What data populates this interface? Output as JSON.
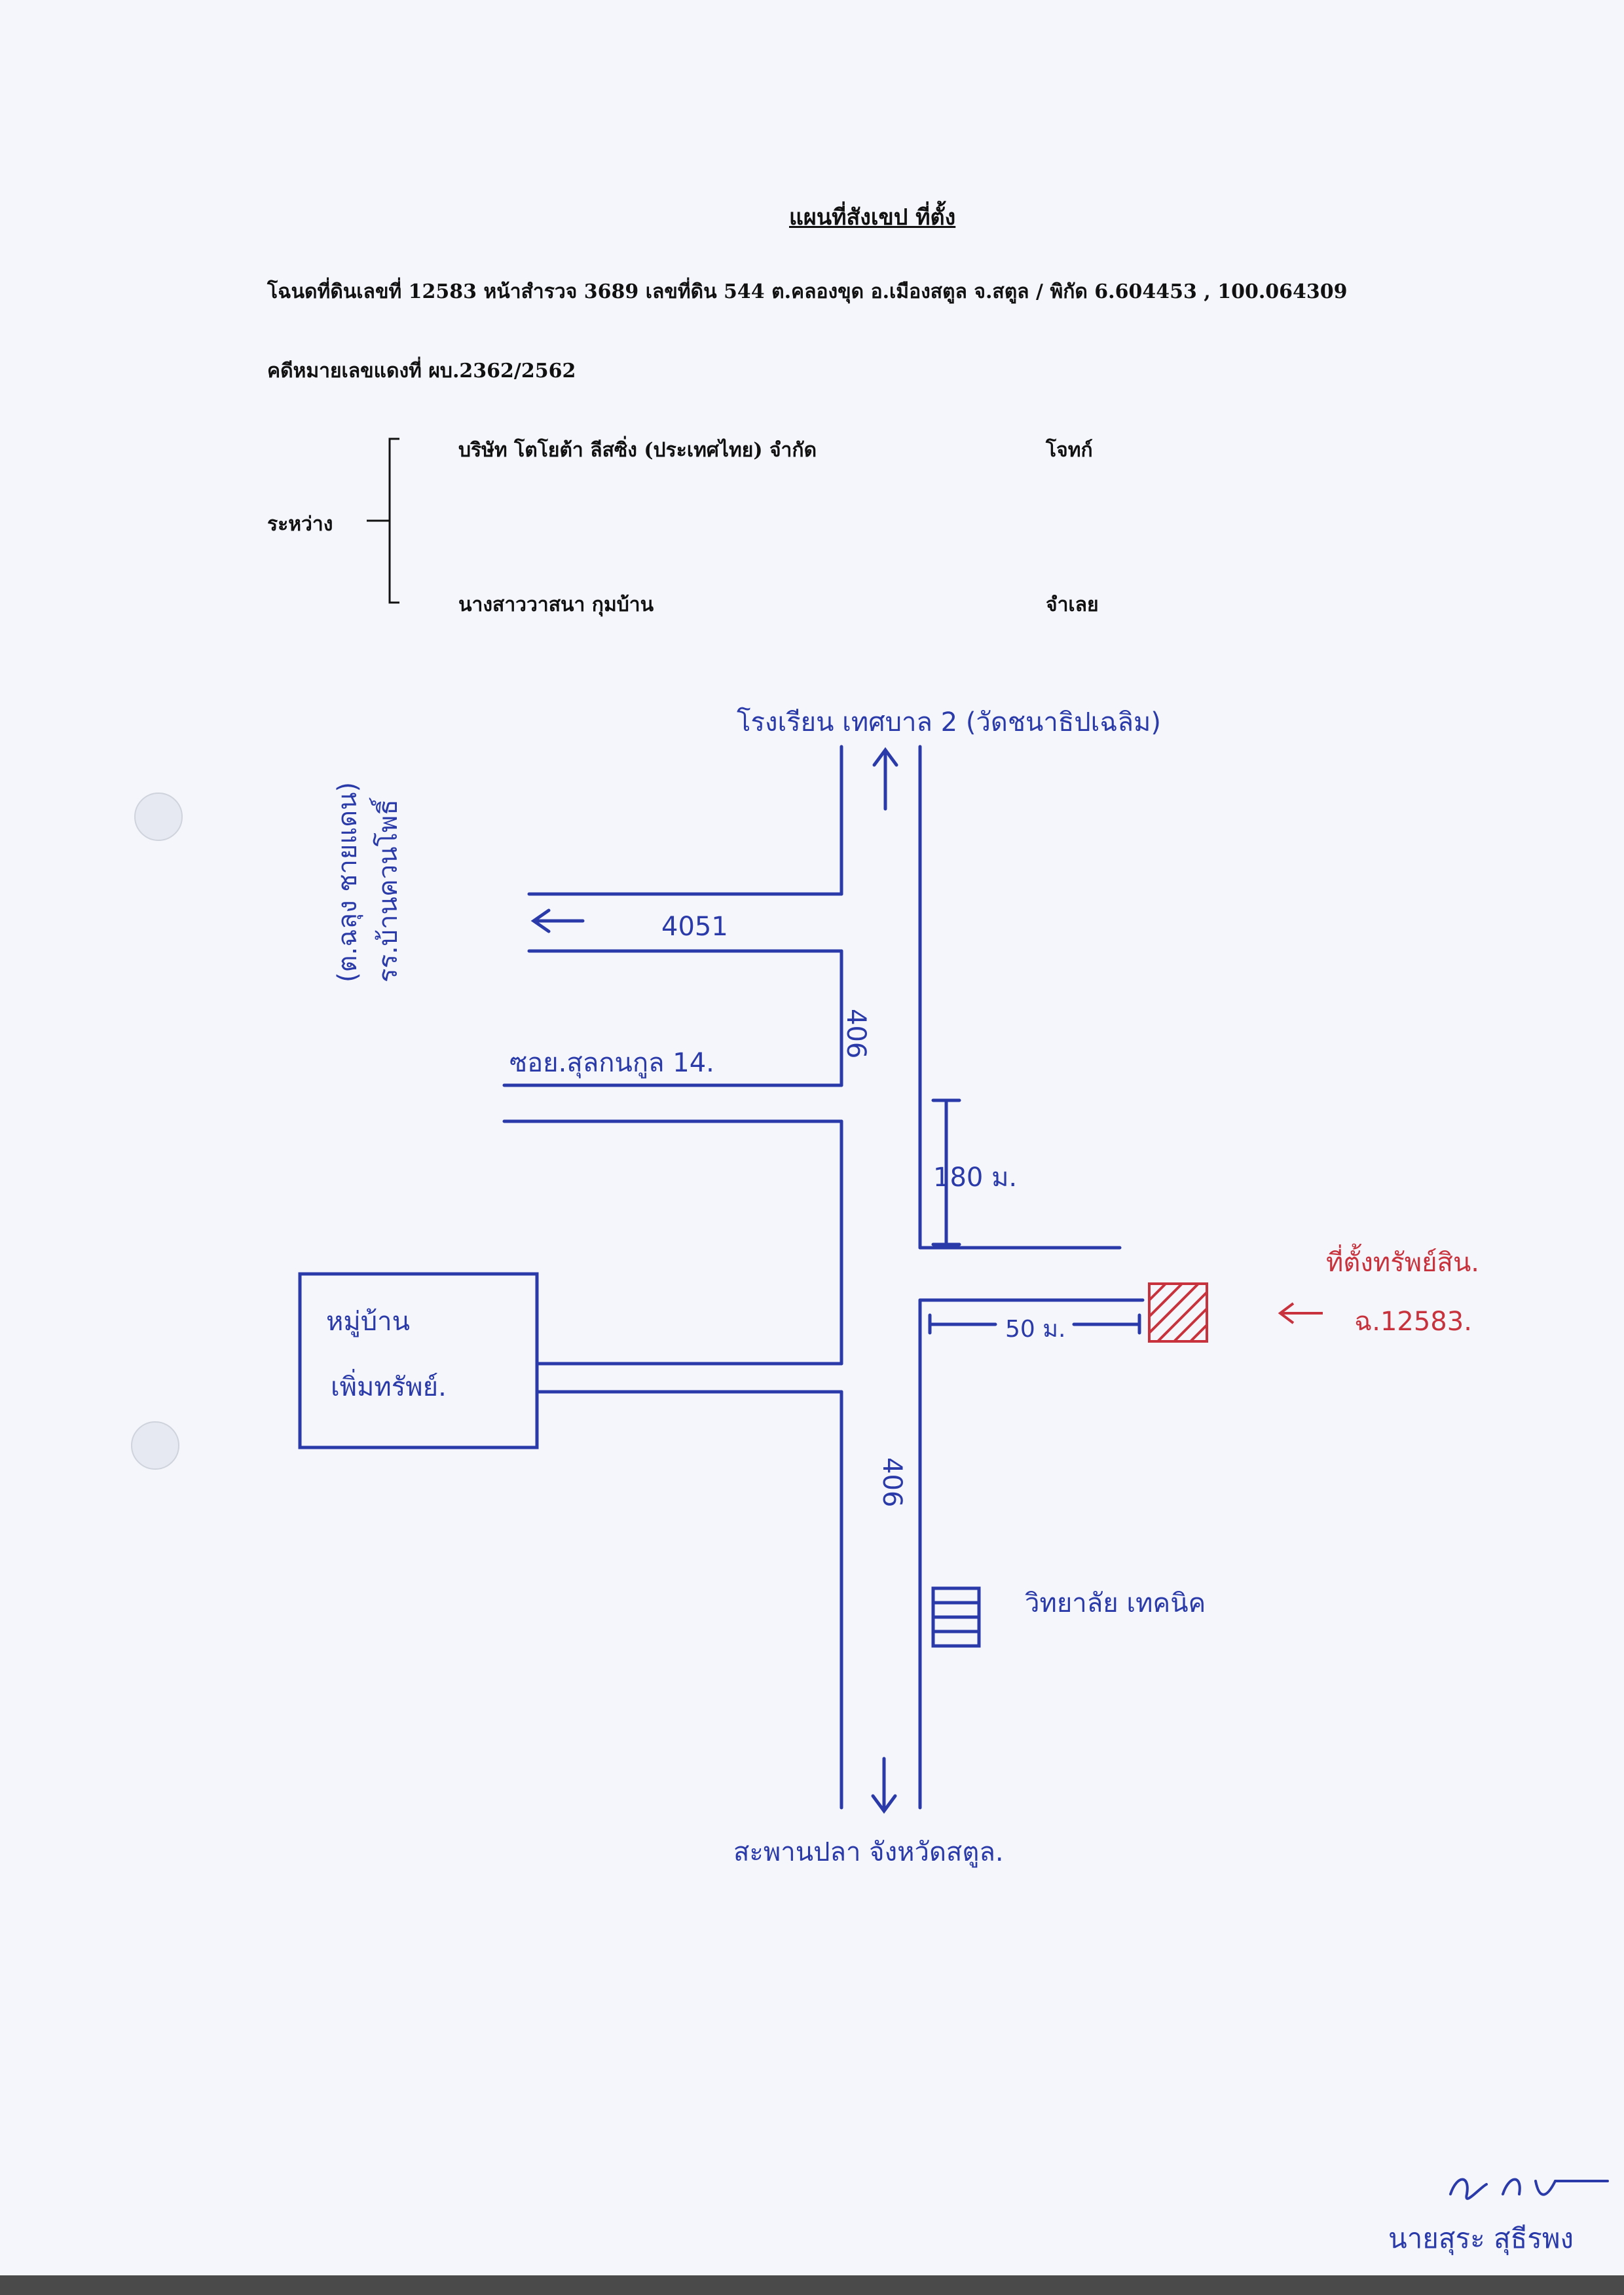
{
  "header": {
    "title": "แผนที่สังเขป ที่ตั้ง",
    "deed_line_prefix": "โฉนดที่ดินเลขที่ 12583 หน้าสำรวจ 3689 เลขที่ดิน 544 ต.คลองขุด อ.เมืองสตูล จ.สตูล /",
    "coordinates": "พิกัด 6.604453 , 100.064309",
    "case_number": "คดีหมายเลขแดงที่ ผบ.2362/2562"
  },
  "parties": {
    "between_label": "ระหว่าง",
    "plaintiff_name": "บริษัท โตโยต้า ลีสซิ่ง (ประเทศไทย) จำกัด",
    "plaintiff_role": "โจทก์",
    "defendant_name": "นางสาววาสนา กุมบ้าน",
    "defendant_role": "จำเลย"
  },
  "map": {
    "north_destination": "โรงเรียน เทศบาล 2 (วัดชนาธิปเฉลิม)",
    "west_destination_line1": "(ต.ฉลุง ชายแดน)",
    "west_destination_line2": "รร.บ้านควนโพธิ์",
    "road_4051": "4051",
    "road_406_upper": "406",
    "road_406_lower": "406",
    "soi_label": "ซอย.สุลกนกูล 14.",
    "dist_180": "180 ม.",
    "dist_50": "50 ม.",
    "village_line1": "หมู่บ้าน",
    "village_line2": "เพิ่มทรัพย์.",
    "property_line1": "ที่ตั้งทรัพย์สิน.",
    "property_line2": "ฉ.12583.",
    "college_label": "วิทยาลัย เทคนิค",
    "south_destination": "สะพานปลา จังหวัดสตูล.",
    "ink_color": "#2a3aa8",
    "property_color": "#c8323c"
  },
  "signature": {
    "name": "นายสุระ สุธีรพง"
  }
}
